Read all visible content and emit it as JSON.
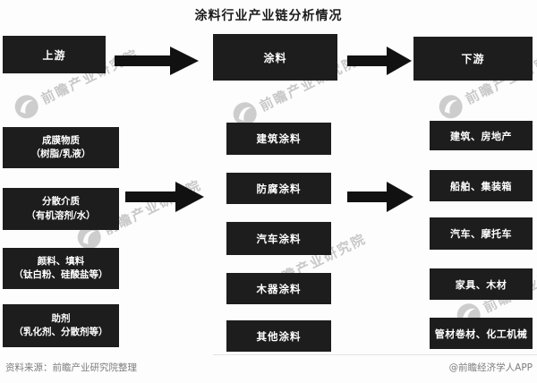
{
  "title": "涂料行业产业链分析情况",
  "flow": {
    "upstream_label": "上游",
    "product_label": "涂料",
    "downstream_label": "下游"
  },
  "upstream_items": [
    {
      "line1": "成膜物质",
      "line2": "（树脂/乳液）"
    },
    {
      "line1": "分散介质",
      "line2": "（有机溶剂/水）"
    },
    {
      "line1": "颜料、填料",
      "line2": "（钛白粉、硅酸盐等）"
    },
    {
      "line1": "助剂",
      "line2": "（乳化剂、分散剂等）"
    }
  ],
  "product_items": [
    "建筑涂料",
    "防腐涂料",
    "汽车涂料",
    "木器涂料",
    "其他涂料"
  ],
  "downstream_items": [
    "建筑、房地产",
    "船舶、集装箱",
    "汽车、摩托车",
    "家具、木材",
    "管材卷材、化工机械"
  ],
  "watermark": {
    "text": "前瞻产业研究院"
  },
  "footer": {
    "source": "资料来源：前瞻产业研究院整理",
    "credit": "@前瞻经济学人APP"
  },
  "colors": {
    "box_bg": "#1d1d1d",
    "box_text": "#ffffff",
    "arrow": "#111111",
    "watermark_gray": "#9e9e9e",
    "footer_text": "#7d7d7d",
    "background": "#fdfdfd"
  }
}
